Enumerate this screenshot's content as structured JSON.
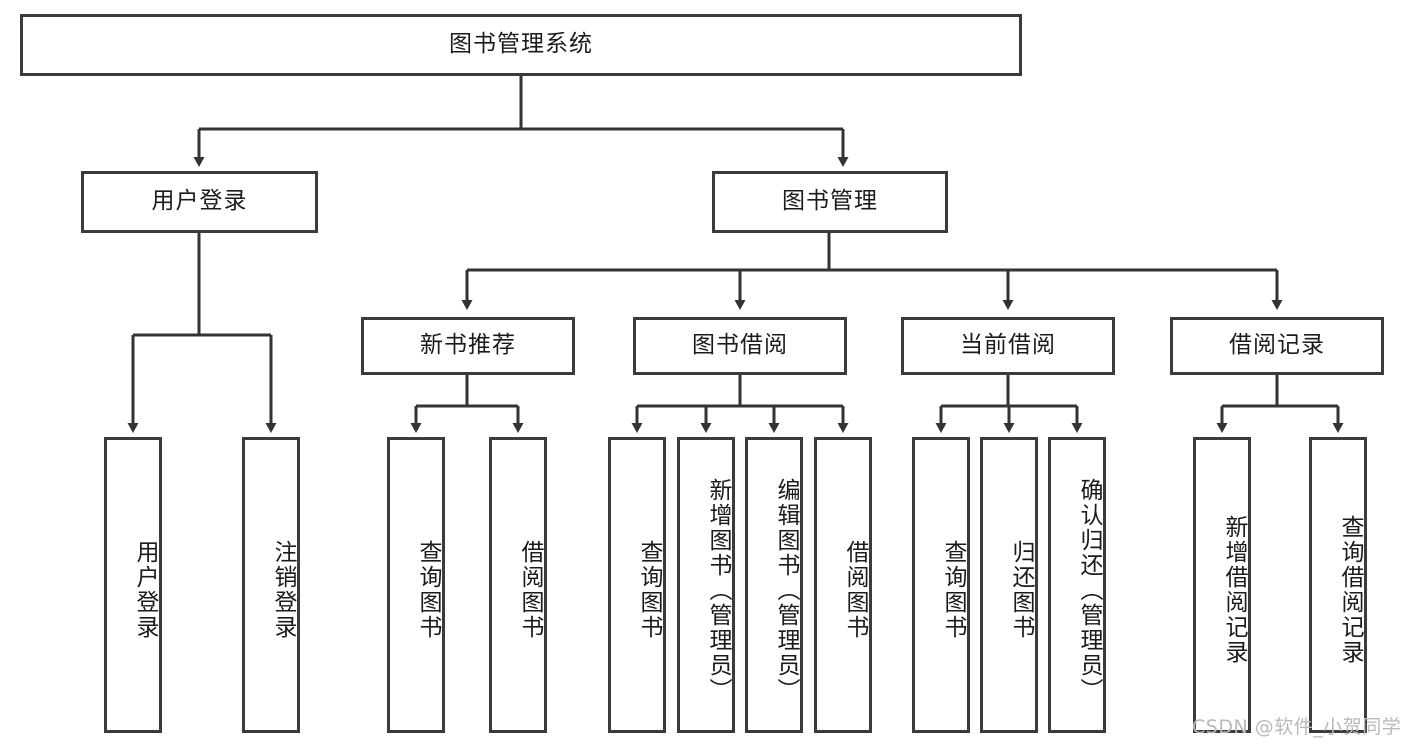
{
  "diagram": {
    "title": "图书管理系统",
    "type": "hierarchy-tree",
    "root": {
      "id": "root",
      "label": "图书管理系统",
      "orientation": "horizontal"
    },
    "level2": [
      {
        "id": "user-login",
        "label": "用户登录",
        "orientation": "horizontal"
      },
      {
        "id": "book-manage",
        "label": "图书管理",
        "orientation": "horizontal"
      }
    ],
    "level3": [
      {
        "id": "new-book-recommend",
        "label": "新书推荐",
        "orientation": "horizontal",
        "parent": "book-manage"
      },
      {
        "id": "book-borrow",
        "label": "图书借阅",
        "orientation": "horizontal",
        "parent": "book-manage"
      },
      {
        "id": "current-borrow",
        "label": "当前借阅",
        "orientation": "horizontal",
        "parent": "book-manage"
      },
      {
        "id": "borrow-record",
        "label": "借阅记录",
        "orientation": "horizontal",
        "parent": "book-manage"
      }
    ],
    "leaves": [
      {
        "id": "leaf-user-login",
        "label": "用户登录",
        "parent": "user-login"
      },
      {
        "id": "leaf-logout",
        "label": "注销登录",
        "parent": "user-login"
      },
      {
        "id": "leaf-query-book-1",
        "label": "查询图书",
        "parent": "new-book-recommend"
      },
      {
        "id": "leaf-borrow-book-1",
        "label": "借阅图书",
        "parent": "new-book-recommend"
      },
      {
        "id": "leaf-query-book-2",
        "label": "查询图书",
        "parent": "book-borrow"
      },
      {
        "id": "leaf-add-book",
        "label": "新增图书（管理员）",
        "parent": "book-borrow"
      },
      {
        "id": "leaf-edit-book",
        "label": "编辑图书（管理员）",
        "parent": "book-borrow"
      },
      {
        "id": "leaf-borrow-book-2",
        "label": "借阅图书",
        "parent": "book-borrow"
      },
      {
        "id": "leaf-query-book-3",
        "label": "查询图书",
        "parent": "current-borrow"
      },
      {
        "id": "leaf-return-book",
        "label": "归还图书",
        "parent": "current-borrow"
      },
      {
        "id": "leaf-confirm-return",
        "label": "确认归还（管理员）",
        "parent": "current-borrow"
      },
      {
        "id": "leaf-add-record",
        "label": "新增借阅记录",
        "parent": "borrow-record"
      },
      {
        "id": "leaf-query-record",
        "label": "查询借阅记录",
        "parent": "borrow-record"
      }
    ],
    "watermark": "CSDN @软件_小贺同学",
    "colors": {
      "border": "#3b3b3b",
      "background": "#ffffff",
      "text": "#1b1b1b",
      "watermark": "#b9b9b9"
    }
  }
}
